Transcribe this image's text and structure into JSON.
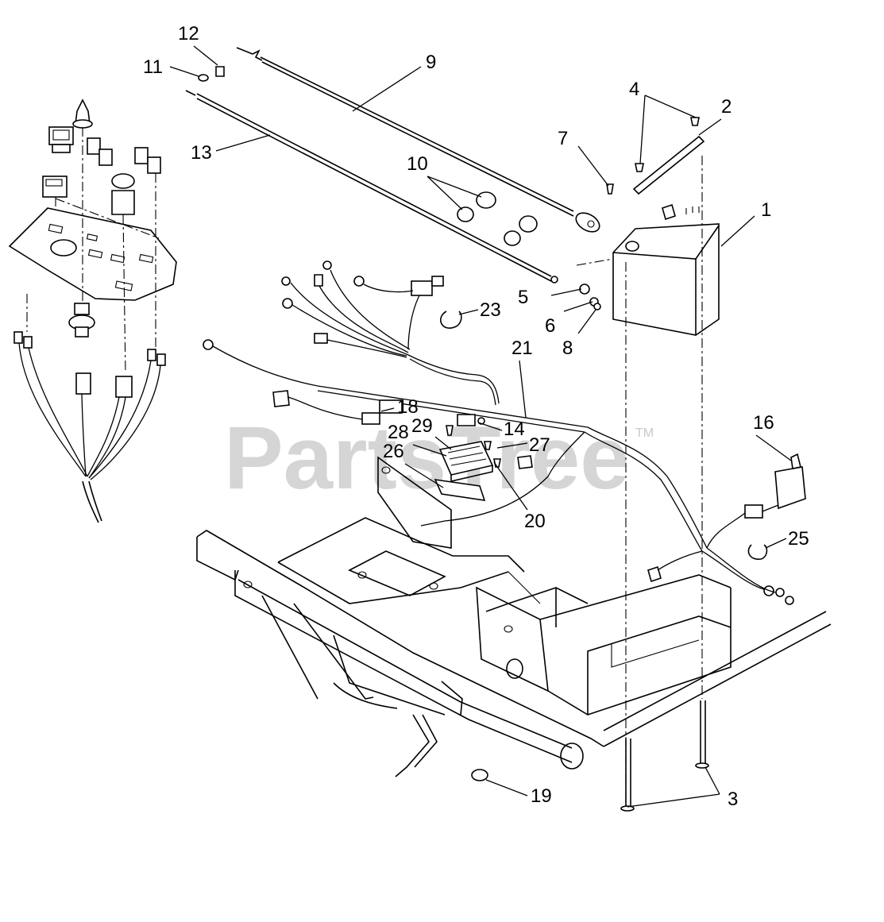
{
  "watermark": {
    "text": "PartsTree",
    "trademark": "TM"
  },
  "callouts": [
    {
      "id": "c1",
      "label": "1"
    },
    {
      "id": "c2",
      "label": "2"
    },
    {
      "id": "c3",
      "label": "3"
    },
    {
      "id": "c4",
      "label": "4"
    },
    {
      "id": "c5",
      "label": "5"
    },
    {
      "id": "c6",
      "label": "6"
    },
    {
      "id": "c7",
      "label": "7"
    },
    {
      "id": "c8",
      "label": "8"
    },
    {
      "id": "c9",
      "label": "9"
    },
    {
      "id": "c10",
      "label": "10"
    },
    {
      "id": "c11",
      "label": "11"
    },
    {
      "id": "c12",
      "label": "12"
    },
    {
      "id": "c13",
      "label": "13"
    },
    {
      "id": "c14",
      "label": "14"
    },
    {
      "id": "c16",
      "label": "16"
    },
    {
      "id": "c18",
      "label": "18"
    },
    {
      "id": "c19",
      "label": "19"
    },
    {
      "id": "c20",
      "label": "20"
    },
    {
      "id": "c21",
      "label": "21"
    },
    {
      "id": "c23",
      "label": "23"
    },
    {
      "id": "c25",
      "label": "25"
    },
    {
      "id": "c26",
      "label": "26"
    },
    {
      "id": "c27",
      "label": "27"
    },
    {
      "id": "c28",
      "label": "28"
    },
    {
      "id": "c29",
      "label": "29"
    }
  ]
}
